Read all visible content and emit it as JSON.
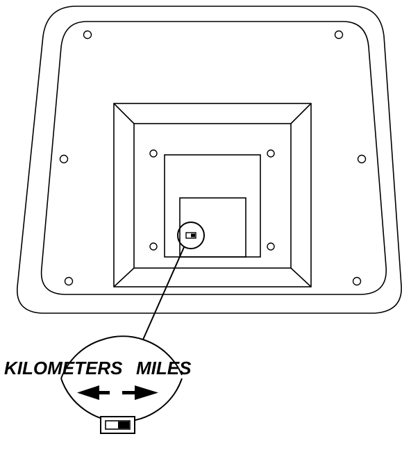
{
  "labels": {
    "left": "KILOMETERS",
    "right": "MILES"
  },
  "switch": {
    "position": "right"
  },
  "colors": {
    "line": "#000000",
    "background": "#ffffff"
  }
}
